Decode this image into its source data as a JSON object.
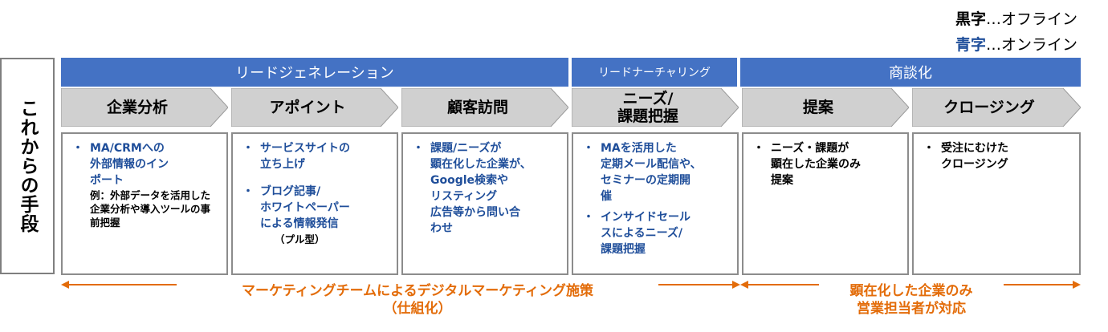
{
  "legend": {
    "offline_key": "黒字",
    "offline_desc": "…オフライン",
    "online_key": "青字",
    "online_desc": "…オンライン"
  },
  "side_label": "これからの手段",
  "phases": [
    {
      "label": "リードジェネレーション"
    },
    {
      "label": "リードナーチャリング"
    },
    {
      "label": "商談化"
    }
  ],
  "steps": [
    {
      "label": "企業分析"
    },
    {
      "label": "アポイント"
    },
    {
      "label": "顧客訪問"
    },
    {
      "label": "ニーズ/\n課題把握"
    },
    {
      "label": "提案"
    },
    {
      "label": "クロージング"
    }
  ],
  "boxes": {
    "b1": {
      "item1": "MA/CRMへの\n外部情報のイン\nポート",
      "note": "例：外部データを活用した企業分析や導入ツールの事前把握"
    },
    "b2": {
      "item1": "サービスサイトの\n立ち上げ",
      "item2": "ブログ記事/\nホワイトペーパー\nによる情報発信",
      "sub": "（プル型）"
    },
    "b3": {
      "item1": "課題/ニーズが\n顕在化した企業が、\nGoogle検索や\nリスティング\n広告等から問い合\nわせ"
    },
    "b4": {
      "item1": "MAを活用した\n定期メール配信や、\nセミナーの定期開\n催",
      "item2": "インサイドセール\nスによるニーズ/\n課題把握"
    },
    "b5": {
      "item1": "ニーズ・課題が\n顕在した企業のみ\n提案"
    },
    "b6": {
      "item1": "受注にむけた\nクロージング"
    }
  },
  "bottom": {
    "left_text": "マーケティングチームによるデジタルマーケティング施策\n（仕組化）",
    "right_text": "顕在化した企業のみ\n営業担当者が対応"
  },
  "colors": {
    "phase_blue": "#4472c4",
    "online_text": "#1f4e9a",
    "orange": "#e36c09",
    "chevron_gray": "#d0d0d0"
  }
}
